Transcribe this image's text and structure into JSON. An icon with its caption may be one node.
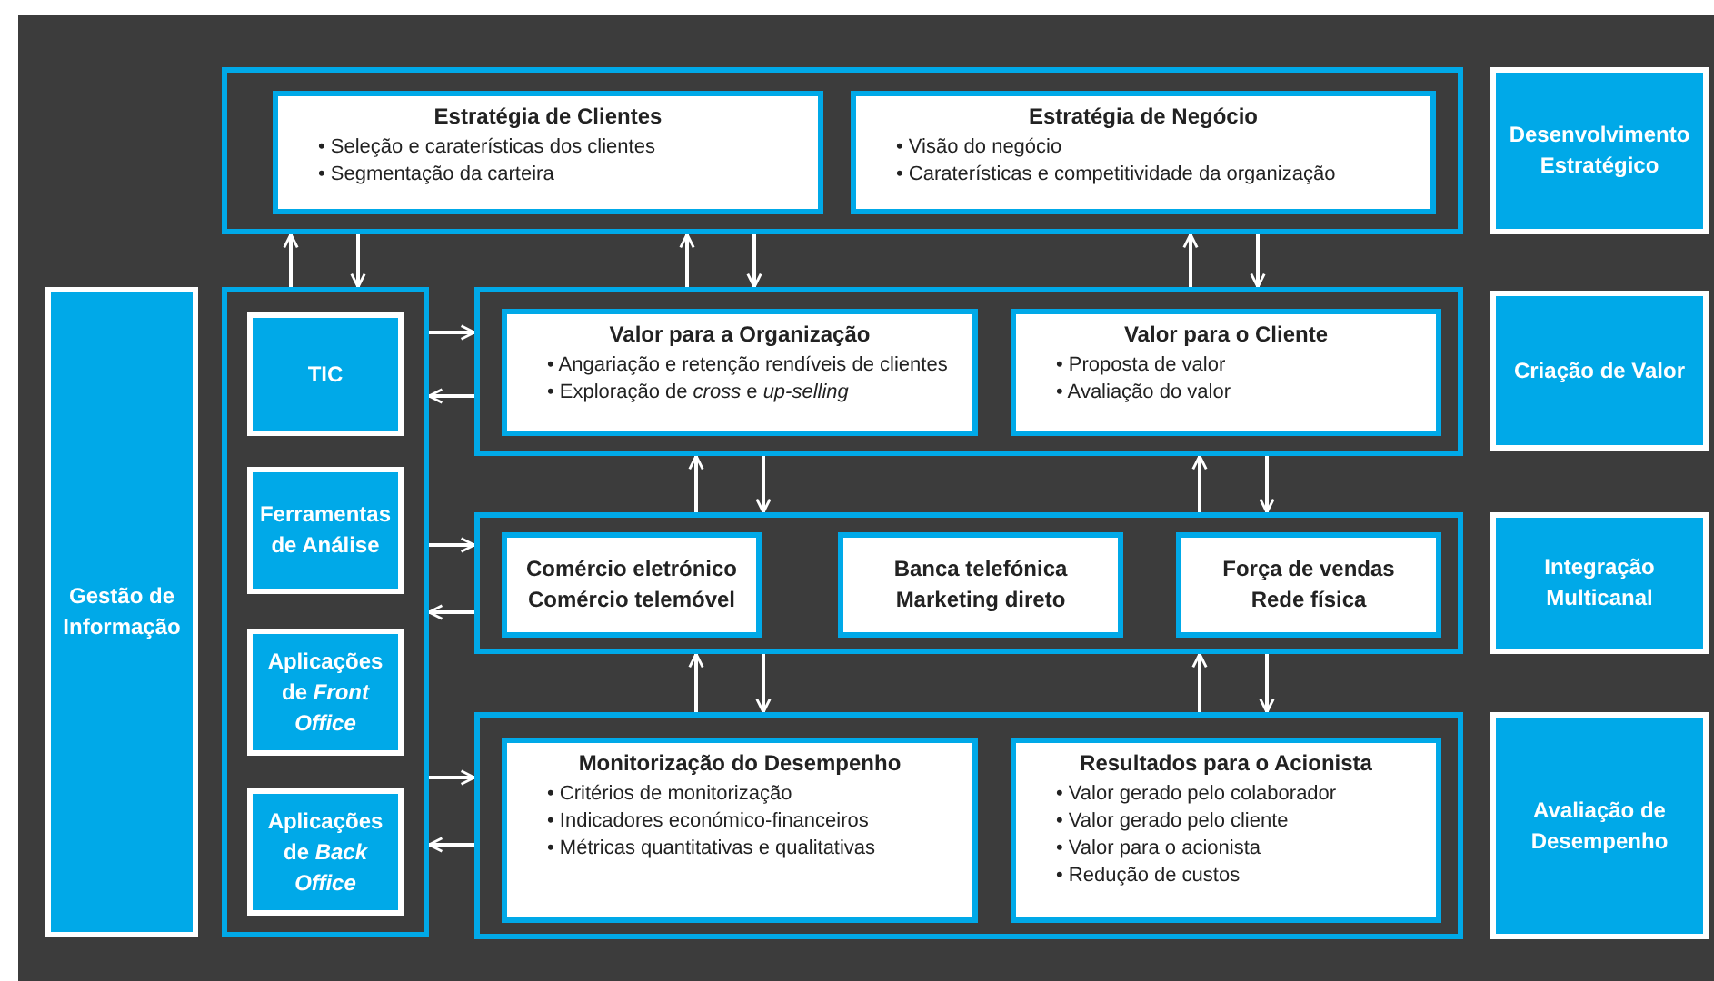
{
  "diagram": {
    "nodes": [
      {
        "text": [],
        "shape": "box"
      },
      {
        "text": [
          "Estratégia de Clientes",
          "• Seleção e caraterísticas dos clientes",
          "• Segmentação da carteira"
        ],
        "in": 0
      },
      {
        "text": [
          "Estratégia de Negócio",
          "• Visão do negócio",
          "• Caraterísticas e competitividade da organização"
        ],
        "in": 0
      },
      {
        "text": [
          "Desenvolvimento Estratégico"
        ]
      },
      {
        "text": [
          "Gestão de Informação"
        ]
      },
      {
        "text": [],
        "shape": "box"
      },
      {
        "text": [
          "TIC"
        ],
        "in": 5
      },
      {
        "text": [
          "Ferramentas de Análise"
        ],
        "in": 5
      },
      {
        "text": [
          "Aplicações de *Front Office*"
        ],
        "in": 5
      },
      {
        "text": [
          "Aplicações de *Back Office*"
        ],
        "in": 5
      },
      {
        "text": [],
        "shape": "box"
      },
      {
        "text": [
          "Valor para a Organização",
          "• Angariação e retenção rendíveis de clientes",
          "• Exploração de *cross* e *up-selling*"
        ],
        "in": 10
      },
      {
        "text": [
          "Valor para o Cliente",
          "• Proposta de valor",
          "• Avaliação do valor"
        ],
        "in": 10
      },
      {
        "text": [
          "Criação de Valor"
        ]
      },
      {
        "text": [],
        "shape": "box"
      },
      {
        "text": [
          "Comércio eletrónico",
          "Comércio telemóvel"
        ],
        "in": 14
      },
      {
        "text": [
          "Banca telefónica",
          "Marketing direto"
        ],
        "in": 14
      },
      {
        "text": [
          "Força de vendas",
          "Rede física"
        ],
        "in": 14
      },
      {
        "text": [
          "Integração Multicanal"
        ]
      },
      {
        "text": [],
        "shape": "box"
      },
      {
        "text": [
          "Monitorização do Desempenho",
          "• Critérios de monitorização",
          "• Indicadores económico-financeiros",
          "• Métricas quantitativas e qualitativas"
        ],
        "in": 19
      },
      {
        "text": [
          "Resultados para o Acionista",
          "• Valor gerado pelo colaborador",
          "• Valor gerado pelo cliente",
          "• Valor para o acionista",
          "• Redução de custos"
        ],
        "in": 19
      },
      {
        "text": [
          "Avaliação de Desempenho"
        ]
      }
    ],
    "edges": [
      {
        "from": 5,
        "to": 0,
        "arrow": "to"
      },
      {
        "from": 0,
        "to": 5,
        "arrow": "to"
      },
      {
        "from": 10,
        "to": 0,
        "arrow": "to"
      },
      {
        "from": 0,
        "to": 10,
        "arrow": "to"
      },
      {
        "from": 10,
        "to": 0,
        "arrow": "to"
      },
      {
        "from": 0,
        "to": 10,
        "arrow": "to"
      },
      {
        "from": 5,
        "to": 10,
        "arrow": "to"
      },
      {
        "from": 10,
        "to": 5,
        "arrow": "to"
      },
      {
        "from": 14,
        "to": 10,
        "arrow": "to"
      },
      {
        "from": 10,
        "to": 14,
        "arrow": "to"
      },
      {
        "from": 14,
        "to": 10,
        "arrow": "to"
      },
      {
        "from": 10,
        "to": 14,
        "arrow": "to"
      },
      {
        "from": 5,
        "to": 14,
        "arrow": "to"
      },
      {
        "from": 14,
        "to": 5,
        "arrow": "to"
      },
      {
        "from": 19,
        "to": 14,
        "arrow": "to"
      },
      {
        "from": 14,
        "to": 19,
        "arrow": "to"
      },
      {
        "from": 19,
        "to": 14,
        "arrow": "to"
      },
      {
        "from": 14,
        "to": 19,
        "arrow": "to"
      },
      {
        "from": 5,
        "to": 19,
        "arrow": "to"
      },
      {
        "from": 19,
        "to": 5,
        "arrow": "to"
      }
    ]
  }
}
